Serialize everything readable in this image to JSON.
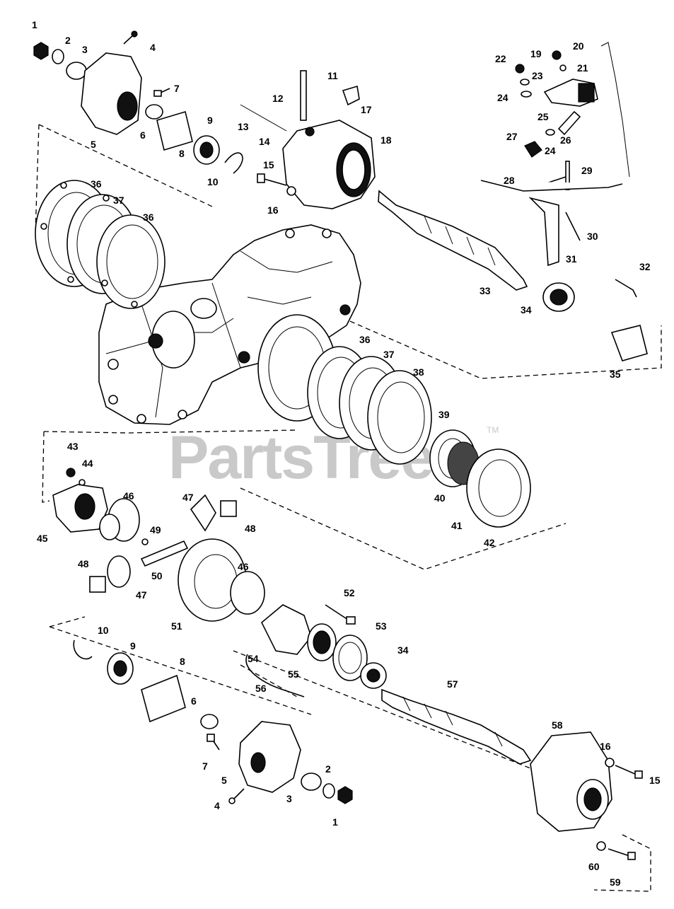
{
  "watermark": {
    "text": "PartsTree",
    "mark": "TM"
  },
  "callouts": [
    {
      "id": "c1a",
      "label": "1"
    },
    {
      "id": "c2a",
      "label": "2"
    },
    {
      "id": "c3a",
      "label": "3"
    },
    {
      "id": "c4a",
      "label": "4"
    },
    {
      "id": "c5a",
      "label": "5"
    },
    {
      "id": "c6a",
      "label": "6"
    },
    {
      "id": "c7a",
      "label": "7"
    },
    {
      "id": "c8a",
      "label": "8"
    },
    {
      "id": "c9a",
      "label": "9"
    },
    {
      "id": "c10a",
      "label": "10"
    },
    {
      "id": "c11",
      "label": "11"
    },
    {
      "id": "c12",
      "label": "12"
    },
    {
      "id": "c13",
      "label": "13"
    },
    {
      "id": "c14",
      "label": "14"
    },
    {
      "id": "c15a",
      "label": "15"
    },
    {
      "id": "c16a",
      "label": "16"
    },
    {
      "id": "c17",
      "label": "17"
    },
    {
      "id": "c18",
      "label": "18"
    },
    {
      "id": "c19",
      "label": "19"
    },
    {
      "id": "c20",
      "label": "20"
    },
    {
      "id": "c21",
      "label": "21"
    },
    {
      "id": "c22",
      "label": "22"
    },
    {
      "id": "c23",
      "label": "23"
    },
    {
      "id": "c24a",
      "label": "24"
    },
    {
      "id": "c25",
      "label": "25"
    },
    {
      "id": "c26",
      "label": "26"
    },
    {
      "id": "c27",
      "label": "27"
    },
    {
      "id": "c24b",
      "label": "24"
    },
    {
      "id": "c28",
      "label": "28"
    },
    {
      "id": "c29",
      "label": "29"
    },
    {
      "id": "c30",
      "label": "30"
    },
    {
      "id": "c31",
      "label": "31"
    },
    {
      "id": "c32",
      "label": "32"
    },
    {
      "id": "c33",
      "label": "33"
    },
    {
      "id": "c34a",
      "label": "34"
    },
    {
      "id": "c35",
      "label": "35"
    },
    {
      "id": "c36a",
      "label": "36"
    },
    {
      "id": "c37a",
      "label": "37"
    },
    {
      "id": "c36b",
      "label": "36"
    },
    {
      "id": "c36c",
      "label": "36"
    },
    {
      "id": "c37b",
      "label": "37"
    },
    {
      "id": "c38",
      "label": "38"
    },
    {
      "id": "c39",
      "label": "39"
    },
    {
      "id": "c40",
      "label": "40"
    },
    {
      "id": "c41",
      "label": "41"
    },
    {
      "id": "c42",
      "label": "42"
    },
    {
      "id": "c43",
      "label": "43"
    },
    {
      "id": "c44",
      "label": "44"
    },
    {
      "id": "c45",
      "label": "45"
    },
    {
      "id": "c46a",
      "label": "46"
    },
    {
      "id": "c47a",
      "label": "47"
    },
    {
      "id": "c48a",
      "label": "48"
    },
    {
      "id": "c49",
      "label": "49"
    },
    {
      "id": "c50",
      "label": "50"
    },
    {
      "id": "c48b",
      "label": "48"
    },
    {
      "id": "c47b",
      "label": "47"
    },
    {
      "id": "c46b",
      "label": "46"
    },
    {
      "id": "c51",
      "label": "51"
    },
    {
      "id": "c52",
      "label": "52"
    },
    {
      "id": "c53",
      "label": "53"
    },
    {
      "id": "c34b",
      "label": "34"
    },
    {
      "id": "c54",
      "label": "54"
    },
    {
      "id": "c55",
      "label": "55"
    },
    {
      "id": "c56",
      "label": "56"
    },
    {
      "id": "c57",
      "label": "57"
    },
    {
      "id": "c10b",
      "label": "10"
    },
    {
      "id": "c9b",
      "label": "9"
    },
    {
      "id": "c8b",
      "label": "8"
    },
    {
      "id": "c6b",
      "label": "6"
    },
    {
      "id": "c7b",
      "label": "7"
    },
    {
      "id": "c5b",
      "label": "5"
    },
    {
      "id": "c4b",
      "label": "4"
    },
    {
      "id": "c3b",
      "label": "3"
    },
    {
      "id": "c2b",
      "label": "2"
    },
    {
      "id": "c1b",
      "label": "1"
    },
    {
      "id": "c58",
      "label": "58"
    },
    {
      "id": "c16b",
      "label": "16"
    },
    {
      "id": "c15b",
      "label": "15"
    },
    {
      "id": "c60",
      "label": "60"
    },
    {
      "id": "c59",
      "label": "59"
    }
  ]
}
